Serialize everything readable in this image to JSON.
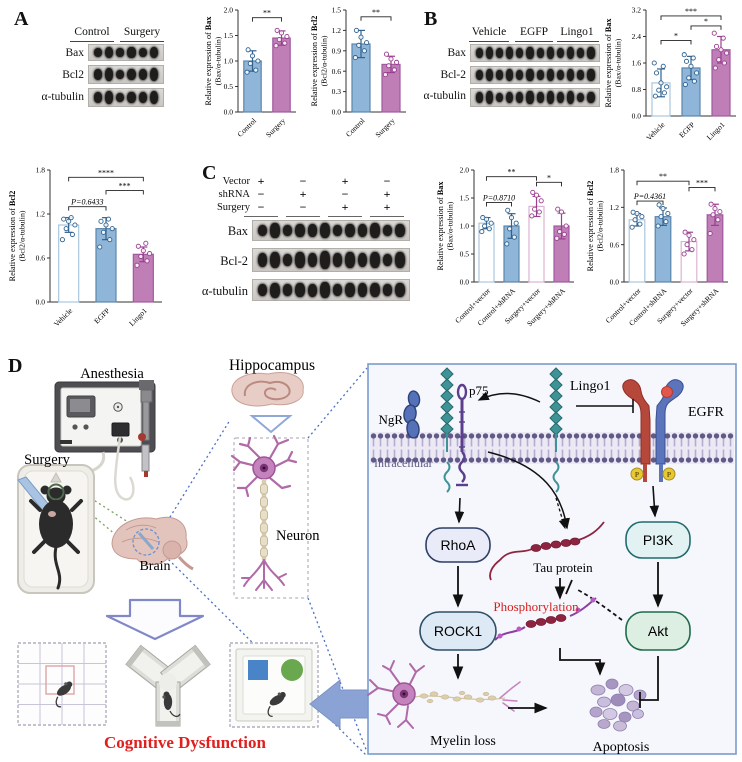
{
  "colors": {
    "blue": {
      "fill": "#8fb5d8",
      "stroke": "#5b87ae",
      "dark": "#2f628f"
    },
    "purple": {
      "fill": "#bf7eb5",
      "stroke": "#a159a0",
      "dark": "#993f90"
    },
    "whiteblue": {
      "fill": "#ffffff",
      "stroke": "#aac6de",
      "dark": "#2f628f"
    },
    "whitepink": {
      "fill": "#ffffff",
      "stroke": "#dcb2d2",
      "dark": "#993f90"
    },
    "accent_red": "#e01f1f",
    "pathway_border": "#7b9ccc"
  },
  "panels": {
    "A": {
      "letter": "A",
      "blot": {
        "groups": [
          "Control",
          "Surgery"
        ],
        "rows": [
          {
            "label": "Bax"
          },
          {
            "label": "Bcl2"
          },
          {
            "label": "α-tubulin"
          }
        ]
      }
    },
    "B": {
      "letter": "B",
      "blot": {
        "groups": [
          "Vehicle",
          "EGFP",
          "Lingo1"
        ],
        "rows": [
          {
            "label": "Bax"
          },
          {
            "label": "Bcl-2"
          },
          {
            "label": "α-tubulin"
          }
        ]
      }
    },
    "C": {
      "letter": "C",
      "conditions": [
        {
          "name": "Vector",
          "vals": [
            "+",
            "−",
            "+",
            "−"
          ]
        },
        {
          "name": "shRNA",
          "vals": [
            "−",
            "+",
            "−",
            "+"
          ]
        },
        {
          "name": "Surgery",
          "vals": [
            "−",
            "−",
            "+",
            "+"
          ]
        }
      ],
      "blot": {
        "rows": [
          {
            "label": "Bax"
          },
          {
            "label": "Bcl-2"
          },
          {
            "label": "α-tubulin"
          }
        ]
      }
    },
    "D": {
      "letter": "D",
      "labels": {
        "anesthesia": "Anesthesia",
        "surgery": "Surgery",
        "brain": "Brain",
        "hippocampus": "Hippocampus",
        "neuron": "Neuron",
        "cognitive": "Cognitive Dysfunction",
        "intracellular": "Intracellular",
        "ngr": "NgR",
        "p75": "p75",
        "lingo1": "Lingo1",
        "egfr": "EGFR",
        "rhoa": "RhoA",
        "rock1": "ROCK1",
        "pi3k": "PI3K",
        "akt": "Akt",
        "tau": "Tau protein",
        "phosphorylation": "Phosphorylation",
        "myelin": "Myelin loss",
        "apoptosis": "Apoptosis"
      }
    }
  },
  "chart_data": [
    {
      "id": "A-bax",
      "type": "bar",
      "ylabel": {
        "prefix": "Relative expression of ",
        "protein": "Bax",
        "sub": "(Bax/α-tubulin)"
      },
      "ylim": [
        0,
        2.0
      ],
      "yticks": [
        0,
        0.5,
        1.0,
        1.5,
        2.0
      ],
      "categories": [
        "Control",
        "Surgery"
      ],
      "bars": [
        {
          "value": 1.0,
          "err": 0.2,
          "style": "blue",
          "points": [
            0.78,
            0.82,
            0.95,
            1.0,
            1.1,
            1.22
          ]
        },
        {
          "value": 1.45,
          "err": 0.14,
          "style": "purple",
          "points": [
            1.3,
            1.35,
            1.42,
            1.48,
            1.55,
            1.6
          ]
        }
      ],
      "sig": [
        {
          "i": 0,
          "j": 1,
          "label": "**",
          "y": 1.85
        }
      ]
    },
    {
      "id": "A-bcl2",
      "type": "bar",
      "ylabel": {
        "prefix": "Relative expression of ",
        "protein": "Bcl2",
        "sub": "(Bcl2/α-tubulin)"
      },
      "ylim": [
        0,
        1.5
      ],
      "yticks": [
        0,
        0.3,
        0.6,
        0.9,
        1.2,
        1.5
      ],
      "categories": [
        "Control",
        "Surgery"
      ],
      "bars": [
        {
          "value": 1.0,
          "err": 0.2,
          "style": "blue",
          "points": [
            0.8,
            0.9,
            0.98,
            1.02,
            1.1,
            1.2
          ]
        },
        {
          "value": 0.7,
          "err": 0.12,
          "style": "purple",
          "points": [
            0.55,
            0.62,
            0.68,
            0.73,
            0.78,
            0.85
          ]
        }
      ],
      "sig": [
        {
          "i": 0,
          "j": 1,
          "label": "**",
          "y": 1.4
        }
      ]
    },
    {
      "id": "B-bax",
      "type": "bar",
      "ylabel": {
        "prefix": "Relative expression of ",
        "protein": "Bax",
        "sub": "(Bax/α-tubulin)"
      },
      "ylim": [
        0,
        3.2
      ],
      "yticks": [
        0,
        0.8,
        1.6,
        2.4,
        3.2
      ],
      "categories": [
        "Vehicle",
        "EGFP",
        "Lingo1"
      ],
      "bars": [
        {
          "value": 1.0,
          "err": 0.42,
          "style": "whiteblue",
          "points": [
            0.6,
            0.7,
            0.78,
            0.88,
            1.0,
            1.3,
            1.5,
            1.6
          ]
        },
        {
          "value": 1.45,
          "err": 0.35,
          "style": "blue",
          "points": [
            0.95,
            1.05,
            1.15,
            1.3,
            1.5,
            1.65,
            1.75,
            1.85
          ]
        },
        {
          "value": 2.0,
          "err": 0.4,
          "style": "purple",
          "points": [
            1.45,
            1.6,
            1.7,
            1.9,
            2.0,
            2.1,
            2.35,
            2.5
          ]
        }
      ],
      "sig": [
        {
          "i": 0,
          "j": 1,
          "label": "*",
          "y": 2.28
        },
        {
          "i": 1,
          "j": 2,
          "label": "*",
          "y": 2.72
        },
        {
          "i": 0,
          "j": 2,
          "label": "***",
          "y": 3.02
        }
      ]
    },
    {
      "id": "R2-bcl2",
      "type": "bar",
      "ylabel": {
        "prefix": "Relative expression of ",
        "protein": "Bcl2",
        "sub": "(Bcl2/α-tubulin)"
      },
      "ylim": [
        0,
        1.8
      ],
      "yticks": [
        0,
        0.6,
        1.2,
        1.8
      ],
      "categories": [
        "Vehicle",
        "EGFP",
        "Lingo1"
      ],
      "bars": [
        {
          "value": 1.05,
          "err": 0.1,
          "style": "whiteblue",
          "points": [
            0.85,
            0.92,
            1.0,
            1.05,
            1.1,
            1.13,
            1.15
          ]
        },
        {
          "value": 1.0,
          "err": 0.15,
          "style": "blue",
          "points": [
            0.75,
            0.85,
            0.95,
            1.0,
            1.05,
            1.1,
            1.13
          ]
        },
        {
          "value": 0.65,
          "err": 0.1,
          "style": "purple",
          "points": [
            0.5,
            0.56,
            0.62,
            0.66,
            0.7,
            0.76,
            0.8
          ]
        }
      ],
      "sig": [
        {
          "i": 0,
          "j": 1,
          "label": "P=0.6433",
          "y": 1.3
        },
        {
          "i": 1,
          "j": 2,
          "label": "***",
          "y": 1.52
        },
        {
          "i": 0,
          "j": 2,
          "label": "****",
          "y": 1.7
        }
      ]
    },
    {
      "id": "C-bax",
      "type": "bar",
      "ylabel": {
        "prefix": "Relative expression of ",
        "protein": "Bax",
        "sub": "(Bax/α-tubulin)"
      },
      "ylim": [
        0,
        2.0
      ],
      "yticks": [
        0,
        0.5,
        1.0,
        1.5,
        2.0
      ],
      "categories": [
        "Control+vector",
        "Control+shRNA",
        "Surgery+vector",
        "Surgery+shRNA"
      ],
      "bars": [
        {
          "value": 1.05,
          "err": 0.1,
          "style": "whiteblue",
          "points": [
            0.9,
            0.95,
            1.0,
            1.05,
            1.12,
            1.15
          ]
        },
        {
          "value": 1.0,
          "err": 0.22,
          "style": "blue",
          "points": [
            0.68,
            0.8,
            0.95,
            1.05,
            1.15,
            1.28
          ]
        },
        {
          "value": 1.35,
          "err": 0.18,
          "style": "whitepink",
          "points": [
            1.18,
            1.25,
            1.3,
            1.45,
            1.55,
            1.6
          ]
        },
        {
          "value": 1.0,
          "err": 0.23,
          "style": "purple",
          "points": [
            0.78,
            0.85,
            0.9,
            1.0,
            1.25,
            1.3
          ]
        }
      ],
      "sig": [
        {
          "i": 0,
          "j": 1,
          "label": "P=0.8710",
          "y": 1.42
        },
        {
          "i": 0,
          "j": 2,
          "label": "**",
          "y": 1.88
        },
        {
          "i": 2,
          "j": 3,
          "label": "*",
          "y": 1.78
        }
      ]
    },
    {
      "id": "C-bcl2",
      "type": "bar",
      "ylabel": {
        "prefix": "Relative expression of ",
        "protein": "Bcl2",
        "sub": "(Bcl2/α-tubulin)"
      },
      "ylim": [
        0,
        1.8
      ],
      "yticks": [
        0,
        0.6,
        1.2,
        1.8
      ],
      "categories": [
        "Control+vector",
        "Control+shRNA",
        "Surgery+vector",
        "Surgery+shRNA"
      ],
      "bars": [
        {
          "value": 1.0,
          "err": 0.1,
          "style": "whiteblue",
          "points": [
            0.88,
            0.93,
            1.0,
            1.05,
            1.1,
            1.12
          ]
        },
        {
          "value": 1.05,
          "err": 0.14,
          "style": "blue",
          "points": [
            0.9,
            0.97,
            1.05,
            1.1,
            1.18,
            1.24
          ]
        },
        {
          "value": 0.65,
          "err": 0.15,
          "style": "whitepink",
          "points": [
            0.45,
            0.52,
            0.6,
            0.68,
            0.75,
            0.8
          ]
        },
        {
          "value": 1.08,
          "err": 0.17,
          "style": "purple",
          "points": [
            0.78,
            1.0,
            1.08,
            1.13,
            1.18,
            1.25
          ]
        }
      ],
      "sig": [
        {
          "i": 0,
          "j": 1,
          "label": "P=0.4361",
          "y": 1.3
        },
        {
          "i": 0,
          "j": 2,
          "label": "**",
          "y": 1.62
        },
        {
          "i": 2,
          "j": 3,
          "label": "***",
          "y": 1.52
        }
      ]
    }
  ]
}
